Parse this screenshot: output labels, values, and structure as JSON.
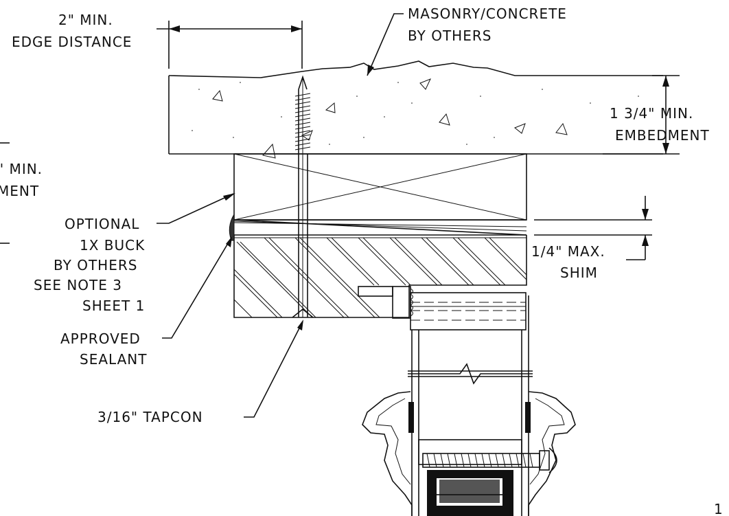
{
  "labels": {
    "edge_distance_1": "2\" MIN.",
    "edge_distance_2": "EDGE DISTANCE",
    "masonry_1": "MASONRY/CONCRETE",
    "masonry_2": "BY OTHERS",
    "embedment_right_1": "1 3/4\" MIN.",
    "embedment_right_2": "EMBEDMENT",
    "embedment_left_1": "\" MIN.",
    "embedment_left_2": "MENT",
    "buck_1": "OPTIONAL",
    "buck_2": "1X BUCK",
    "buck_3": "BY OTHERS",
    "buck_4": "SEE NOTE 3",
    "buck_5": "SHEET 1",
    "shim_1": "1/4\" MAX.",
    "shim_2": "SHIM",
    "sealant_1": "APPROVED",
    "sealant_2": "SEALANT",
    "tapcon": "3/16\" TAPCON",
    "corner_text": "1"
  }
}
